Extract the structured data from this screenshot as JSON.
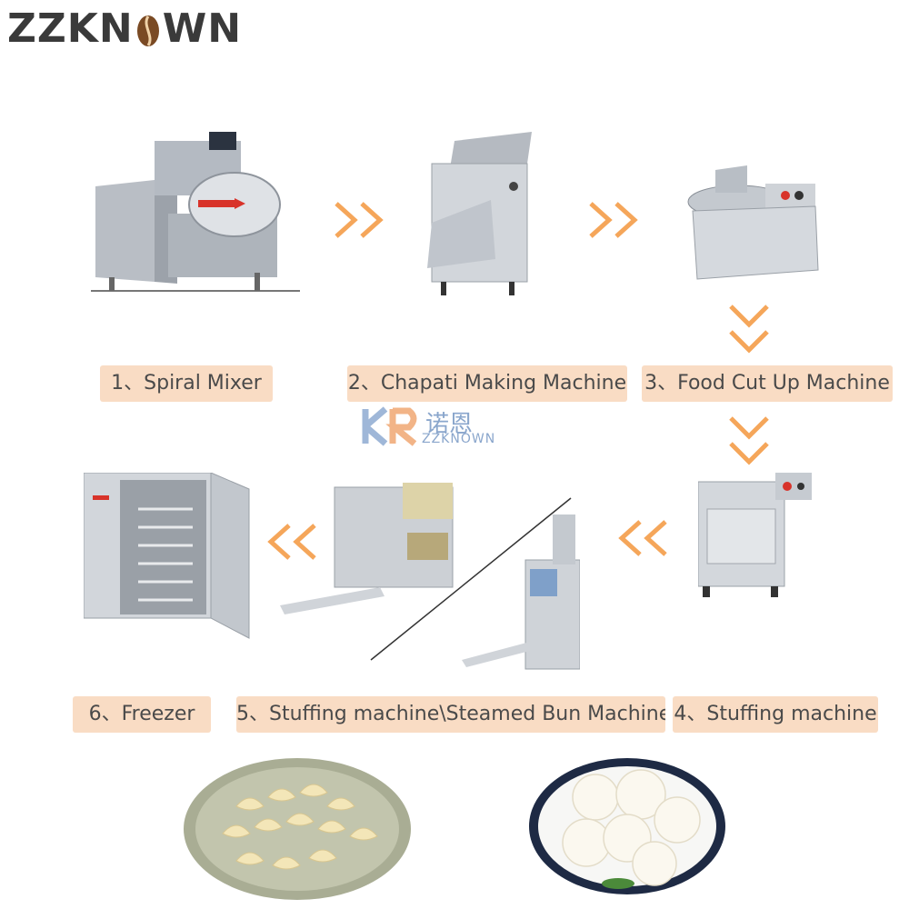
{
  "brand": {
    "name_prefix": "ZZKN",
    "name_suffix": "WN"
  },
  "watermark": {
    "cn_text": "诺恩",
    "en_text": "ZZKNOWN"
  },
  "steps": [
    {
      "label": "1、Spiral Mixer",
      "icon": "spiral-mixer"
    },
    {
      "label": "2、Chapati Making Machine",
      "icon": "chapati-machine"
    },
    {
      "label": "3、Food Cut Up Machine",
      "icon": "bowl-cutter"
    },
    {
      "label": "4、Stuffing machine",
      "icon": "stuffing-mixer"
    },
    {
      "label": "5、Stuffing machine\\Steamed Bun Machine",
      "icon": "dumpling-and-bun-machines"
    },
    {
      "label": "6、Freezer",
      "icon": "freezer"
    }
  ],
  "products": [
    {
      "icon": "dumplings-plate"
    },
    {
      "icon": "steamed-buns-plate"
    }
  ],
  "colors": {
    "arrow": "#f5a65a",
    "label_bg": "#f9dcc4",
    "steel": "#c9cdd3",
    "brand": "#3a3a3a"
  }
}
